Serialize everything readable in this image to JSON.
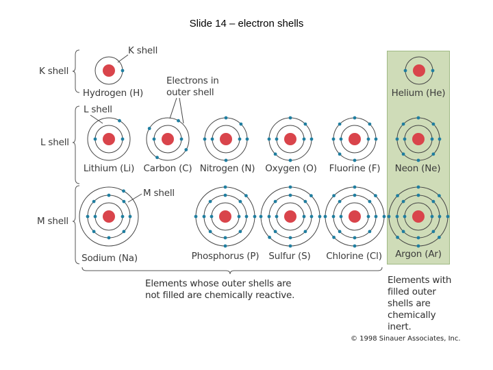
{
  "slide_title": "Slide 14 – electron shells",
  "shell_labels": {
    "k": "K shell",
    "l": "L shell",
    "m": "M shell"
  },
  "callouts": {
    "k_shell": "K shell",
    "l_shell": "L shell",
    "m_shell": "M shell",
    "outer_electrons_line1": "Electrons in",
    "outer_electrons_line2": "outer shell"
  },
  "atoms": [
    {
      "label": "Hydrogen (H)",
      "electrons": [
        1
      ]
    },
    {
      "label": "Helium (He)",
      "electrons": [
        2
      ]
    },
    {
      "label": "Lithium (Li)",
      "electrons": [
        2,
        1
      ]
    },
    {
      "label": "Carbon (C)",
      "electrons": [
        2,
        4
      ]
    },
    {
      "label": "Nitrogen (N)",
      "electrons": [
        2,
        5
      ]
    },
    {
      "label": "Oxygen (O)",
      "electrons": [
        2,
        6
      ]
    },
    {
      "label": "Fluorine (F)",
      "electrons": [
        2,
        7
      ]
    },
    {
      "label": "Neon (Ne)",
      "electrons": [
        2,
        8
      ]
    },
    {
      "label": "Sodium (Na)",
      "electrons": [
        2,
        8,
        1
      ]
    },
    {
      "label": "Phosphorus (P)",
      "electrons": [
        2,
        8,
        5
      ]
    },
    {
      "label": "Sulfur (S)",
      "electrons": [
        2,
        8,
        6
      ]
    },
    {
      "label": "Chlorine (Cl)",
      "electrons": [
        2,
        8,
        7
      ]
    },
    {
      "label": "Argon (Ar)",
      "electrons": [
        2,
        8,
        8
      ]
    }
  ],
  "notes": {
    "reactive": [
      "Elements whose outer shells are",
      "not filled are chemically reactive."
    ],
    "inert": [
      "Elements with",
      "filled outer",
      "shells are",
      "chemically",
      "inert."
    ]
  },
  "copyright": "© 1998 Sinauer Associates, Inc.",
  "colors": {
    "nucleus": "#d9444b",
    "electron": "#1f7ea0",
    "shell": "#444444",
    "noble_panel": "#cfdcb8"
  }
}
